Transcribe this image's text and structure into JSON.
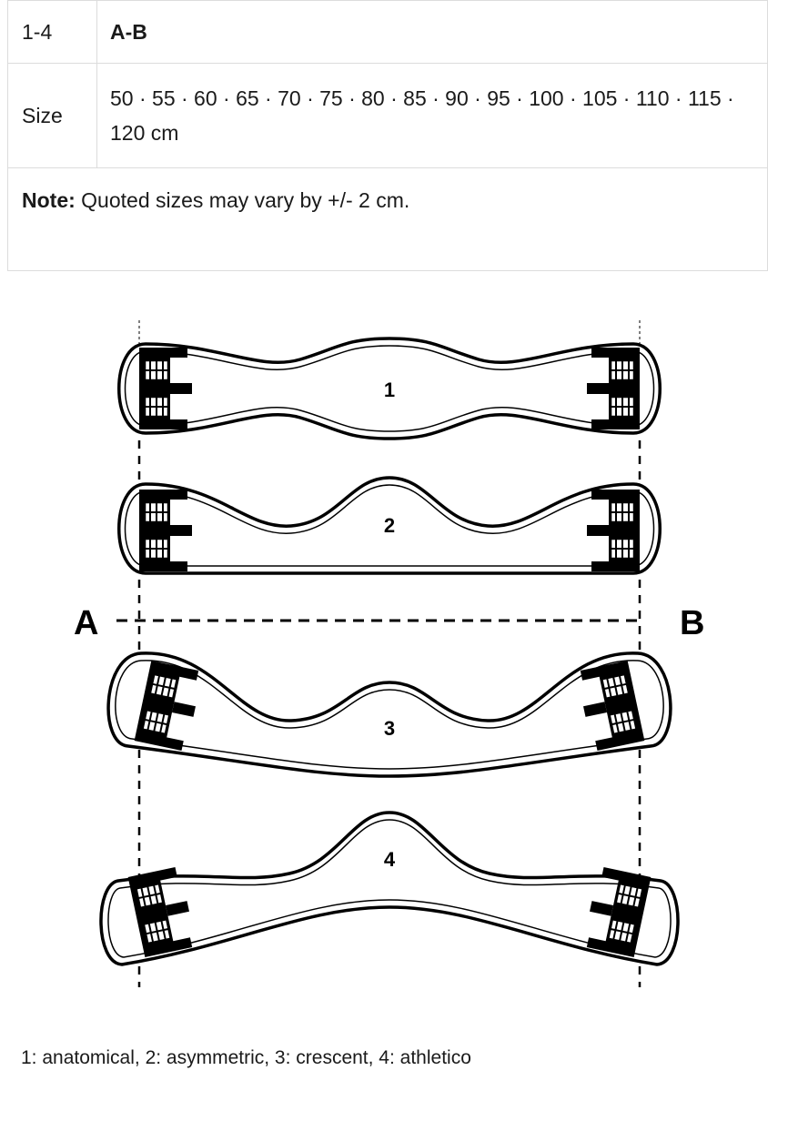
{
  "table": {
    "row1": {
      "key": "1-4",
      "value": "A-B"
    },
    "row2": {
      "key": "Size",
      "value": "50 · 55 · 60 · 65 · 70 · 75 · 80 · 85 · 90 · 95 · 100 · 105 · 110 · 115 · 120 cm"
    },
    "note": {
      "label": "Note:",
      "text": " Quoted sizes may vary by +/- 2 cm."
    }
  },
  "diagram": {
    "label_a": "A",
    "label_b": "B",
    "girths": [
      {
        "number": "1"
      },
      {
        "number": "2"
      },
      {
        "number": "3"
      },
      {
        "number": "4"
      }
    ]
  },
  "caption": "1: anatomical, 2: asymmetric, 3: crescent, 4: athletico"
}
